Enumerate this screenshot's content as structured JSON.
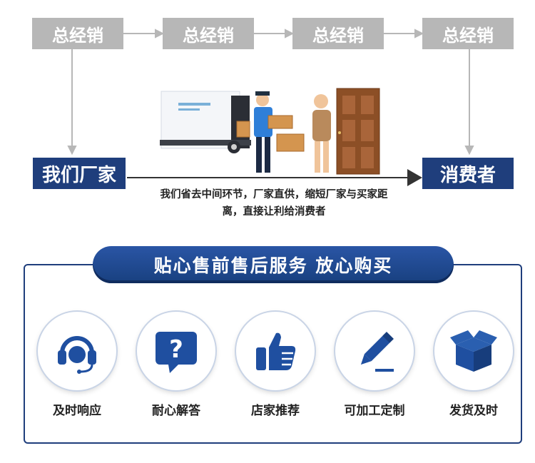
{
  "flow": {
    "distributors": [
      "总经销",
      "总经销",
      "总经销",
      "总经销"
    ],
    "factory_label": "我们厂家",
    "consumer_label": "消费者",
    "caption_line1": "我们省去中间环节，厂家直供，缩短厂家与买家距",
    "caption_line2": "离，直接让利给消费者"
  },
  "services": {
    "banner": "贴心售前售后服务 放心购买",
    "items": [
      {
        "label": "及时响应",
        "icon": "headset-icon"
      },
      {
        "label": "耐心解答",
        "icon": "question-bubble-icon"
      },
      {
        "label": "店家推荐",
        "icon": "thumbs-up-icon"
      },
      {
        "label": "可加工定制",
        "icon": "pencil-icon"
      },
      {
        "label": "发货及时",
        "icon": "package-icon"
      }
    ]
  },
  "colors": {
    "navy": "#1f3e7c",
    "gray": "#b7b7b7"
  }
}
